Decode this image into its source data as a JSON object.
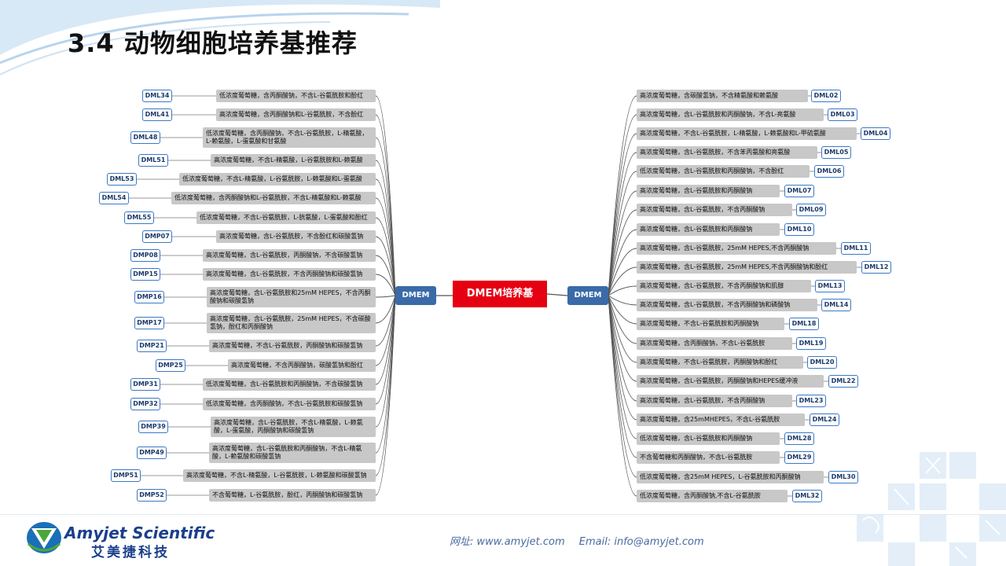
{
  "slide": {
    "title": "3.4 动物细胞培养基推荐",
    "root_label": "DMEM培养基",
    "left_branch_label": "DMEM",
    "right_branch_label": "DMEM"
  },
  "left_items": [
    {
      "code": "DML34",
      "text": "低浓度葡萄糖，含丙酮酸钠，不含L-谷氨酰胺和酚红"
    },
    {
      "code": "DML41",
      "text": "高浓度葡萄糖，含丙酮酸钠和L-谷氨酰胺，不含酚红"
    },
    {
      "code": "DML48",
      "text": "低浓度葡萄糖，含丙酮酸钠，不含L-谷氨酰胺，L-精氨酸，L-赖氨酸，L-蛋氨酸和甘氨酸"
    },
    {
      "code": "DML51",
      "text": "高浓度葡萄糖，不含L-精氨酸，L-谷氨酰胺和L-赖氨酸"
    },
    {
      "code": "DML53",
      "text": "低浓度葡萄糖，不含L-精氨酸，L-谷氨酰胺，L-赖氨酸和L-蛋氨酸"
    },
    {
      "code": "DML54",
      "text": "低浓度葡萄糖，含丙酮酸钠和L-谷氨酰胺，不含L-精氨酸和L-赖氨酸"
    },
    {
      "code": "DML55",
      "text": "低浓度葡萄糖，不含L-谷氨酰胺，L-胱氨酸，L-蛋氨酸和酚红"
    },
    {
      "code": "DMP07",
      "text": "高浓度葡萄糖，含L-谷氨酰胺，不含酚红和碳酸氢钠"
    },
    {
      "code": "DMP08",
      "text": "高浓度葡萄糖，含L-谷氨酰胺，丙酮酸钠，不含碳酸氢钠"
    },
    {
      "code": "DMP15",
      "text": "高浓度葡萄糖，含L-谷氨酰胺，不含丙酮酸钠和碳酸氢钠"
    },
    {
      "code": "DMP16",
      "text": "高浓度葡萄糖，含L-谷氨酰胺和25mM HEPES，不含丙酮酸钠和碳酸氢钠"
    },
    {
      "code": "DMP17",
      "text": "高浓度葡萄糖，含L-谷氨酰胺，25mM HEPES，不含碳酸氢钠，酚红和丙酮酸钠"
    },
    {
      "code": "DMP21",
      "text": "高浓度葡萄糖，不含L-谷氨酰胺，丙酮酸钠和碳酸氢钠"
    },
    {
      "code": "DMP25",
      "text": "高浓度葡萄糖，不含丙酮酸钠，碳酸氢钠和酚红"
    },
    {
      "code": "DMP31",
      "text": "低浓度葡萄糖，含L-谷氨酰胺和丙酮酸钠，不含碳酸氢钠"
    },
    {
      "code": "DMP32",
      "text": "低浓度葡萄糖，含丙酮酸钠，不含L-谷氨酰胺和碳酸氢钠"
    },
    {
      "code": "DMP39",
      "text": "高浓度葡萄糖，含L-谷氨酰胺，不含L-精氨酸，L-赖氨酸，L-蛋氨酸，丙酮酸钠和碳酸氢钠"
    },
    {
      "code": "DMP49",
      "text": "高浓度葡萄糖，含L-谷氨酰胺和丙酮酸钠，不含L-精氨酸，L-赖氨酸和碳酸氢钠"
    },
    {
      "code": "DMP51",
      "text": "高浓度葡萄糖，不含L-精氨酸，L-谷氨酰胺，L-赖氨酸和碳酸氢钠"
    },
    {
      "code": "DMP52",
      "text": "不含葡萄糖，L-谷氨酰胺，酚红，丙酮酸钠和碳酸氢钠"
    }
  ],
  "right_items": [
    {
      "code": "DML02",
      "text": "高浓度葡萄糖，含碳酸氢钠，不含精氨酸和赖氨酸"
    },
    {
      "code": "DML03",
      "text": "高浓度葡萄糖，含L-谷氨酰胺和丙酮酸钠，不含L-亮氨酸"
    },
    {
      "code": "DML04",
      "text": "高浓度葡萄糖，不含L-谷氨酰胺，L-精氨酸，L-赖氨酸和L-甲硫氨酸"
    },
    {
      "code": "DML05",
      "text": "高浓度葡萄糖，含L-谷氨酰胺，不含苯丙氨酸和亮氨酸"
    },
    {
      "code": "DML06",
      "text": "低浓度葡萄糖，含L-谷氨酰胺和丙酮酸钠，不含酚红"
    },
    {
      "code": "DML07",
      "text": "高浓度葡萄糖，含L-谷氨酰胺和丙酮酸钠"
    },
    {
      "code": "DML09",
      "text": "高浓度葡萄糖，含L-谷氨酰胺，不含丙酮酸钠"
    },
    {
      "code": "DML10",
      "text": "高浓度葡萄糖，含L-谷氨酰胺和丙酮酸钠"
    },
    {
      "code": "DML11",
      "text": "高浓度葡萄糖，含L-谷氨酰胺，25mM HEPES,不含丙酮酸钠"
    },
    {
      "code": "DML12",
      "text": "高浓度葡萄糖，含L-谷氨酰胺，25mM HEPES,不含丙酮酸钠和酚红"
    },
    {
      "code": "DML13",
      "text": "高浓度葡萄糖，含L-谷氨酰胺，不含丙酮酸钠和肌醇"
    },
    {
      "code": "DML14",
      "text": "高浓度葡萄糖，含L-谷氨酰胺，不含丙酮酸钠和磷酸钠"
    },
    {
      "code": "DML18",
      "text": "高浓度葡萄糖，不含L-谷氨酰胺和丙酮酸钠"
    },
    {
      "code": "DML19",
      "text": "高浓度葡萄糖，含丙酮酸钠，不含L-谷氨酰胺"
    },
    {
      "code": "DML20",
      "text": "高浓度葡萄糖，不含L-谷氨酰胺，丙酮酸钠和酚红"
    },
    {
      "code": "DML22",
      "text": "高浓度葡萄糖，含L-谷氨酰胺，丙酮酸钠和HEPES缓冲液"
    },
    {
      "code": "DML23",
      "text": "高浓度葡萄糖，含L-谷氨酰胺，不含丙酮酸钠"
    },
    {
      "code": "DML24",
      "text": "高浓度葡萄糖，含25mMHEPES，不含L-谷氨酰胺"
    },
    {
      "code": "DML28",
      "text": "低浓度葡萄糖，含L-谷氨酰胺和丙酮酸钠"
    },
    {
      "code": "DML29",
      "text": "不含葡萄糖和丙酮酸钠，不含L-谷氨酰胺"
    },
    {
      "code": "DML30",
      "text": "低浓度葡萄糖，含25mM HEPES，L-谷氨酰胺和丙酮酸钠"
    },
    {
      "code": "DML32",
      "text": "低浓度葡萄糖，含丙酮酸钠,不含L-谷氨酰胺"
    }
  ],
  "footer": {
    "logo_en": "Amyjet Scientific",
    "logo_cn": "艾美捷科技",
    "website": "网址: www.amyjet.com",
    "email": "Email: info@amyjet.com"
  },
  "colors": {
    "root": "#e50012",
    "branch": "#3a6aa8",
    "leaf_bg": "#c8c8c8",
    "code_border": "#3a78c8"
  }
}
